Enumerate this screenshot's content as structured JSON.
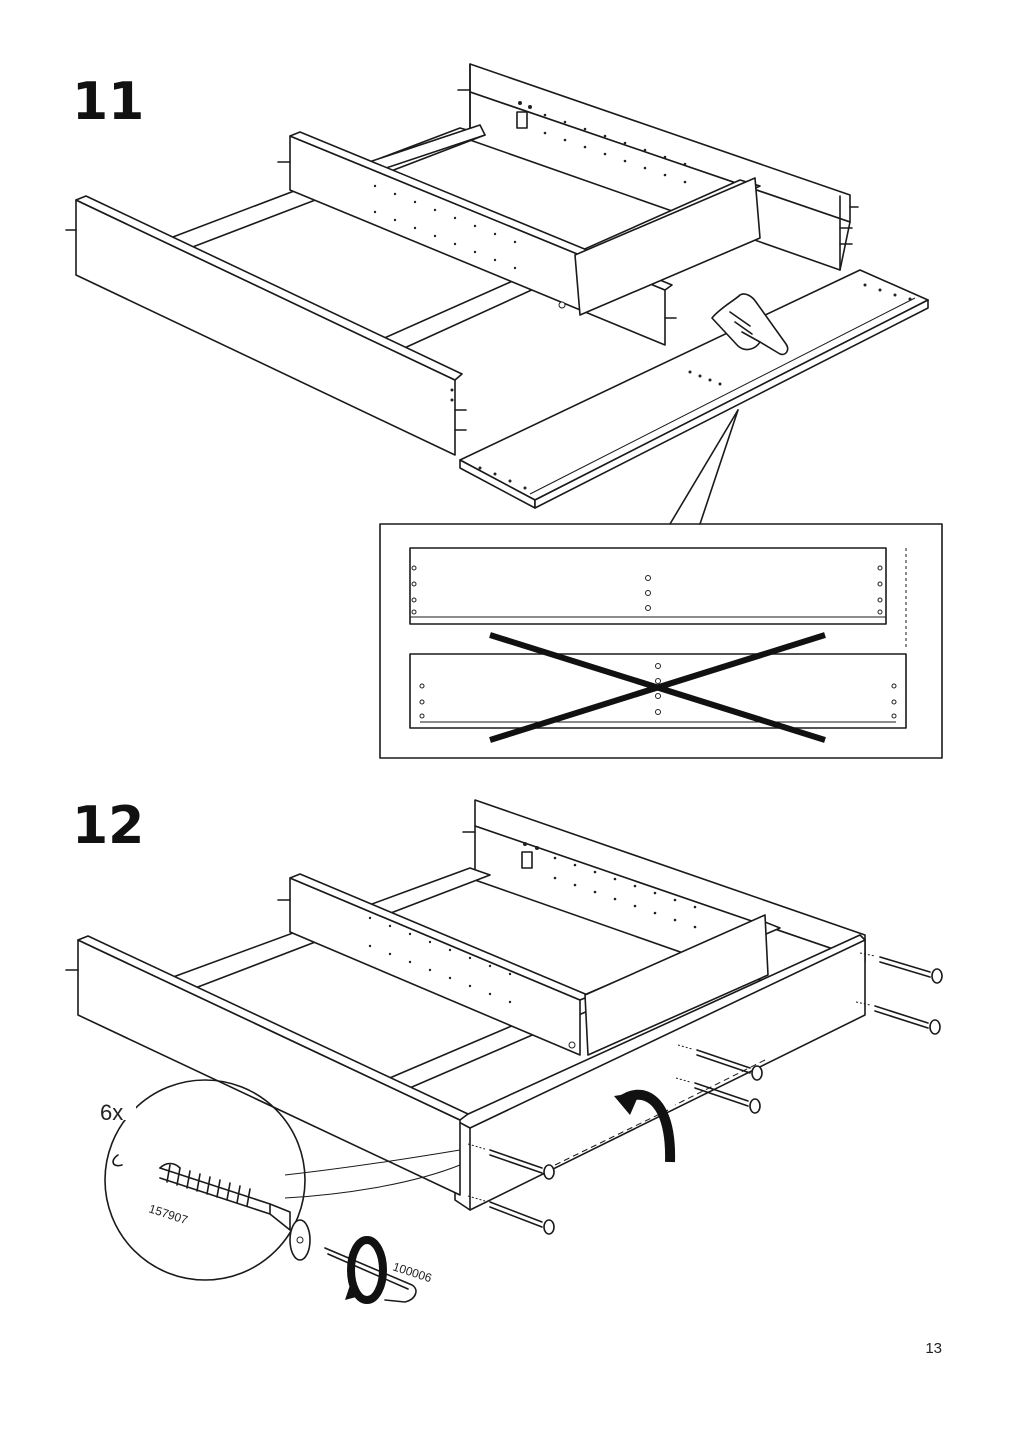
{
  "page": {
    "page_number": "13"
  },
  "steps": [
    {
      "number": "11"
    },
    {
      "number": "12"
    }
  ],
  "step12": {
    "quantity_label": "6x",
    "screw_part_number": "157907",
    "tool_part_number": "100006"
  },
  "icons": {
    "pointing_hand": "pointing-hand-icon",
    "rotate_arrow": "rotate-arrow-icon",
    "cross_mark": "incorrect-cross-icon"
  }
}
